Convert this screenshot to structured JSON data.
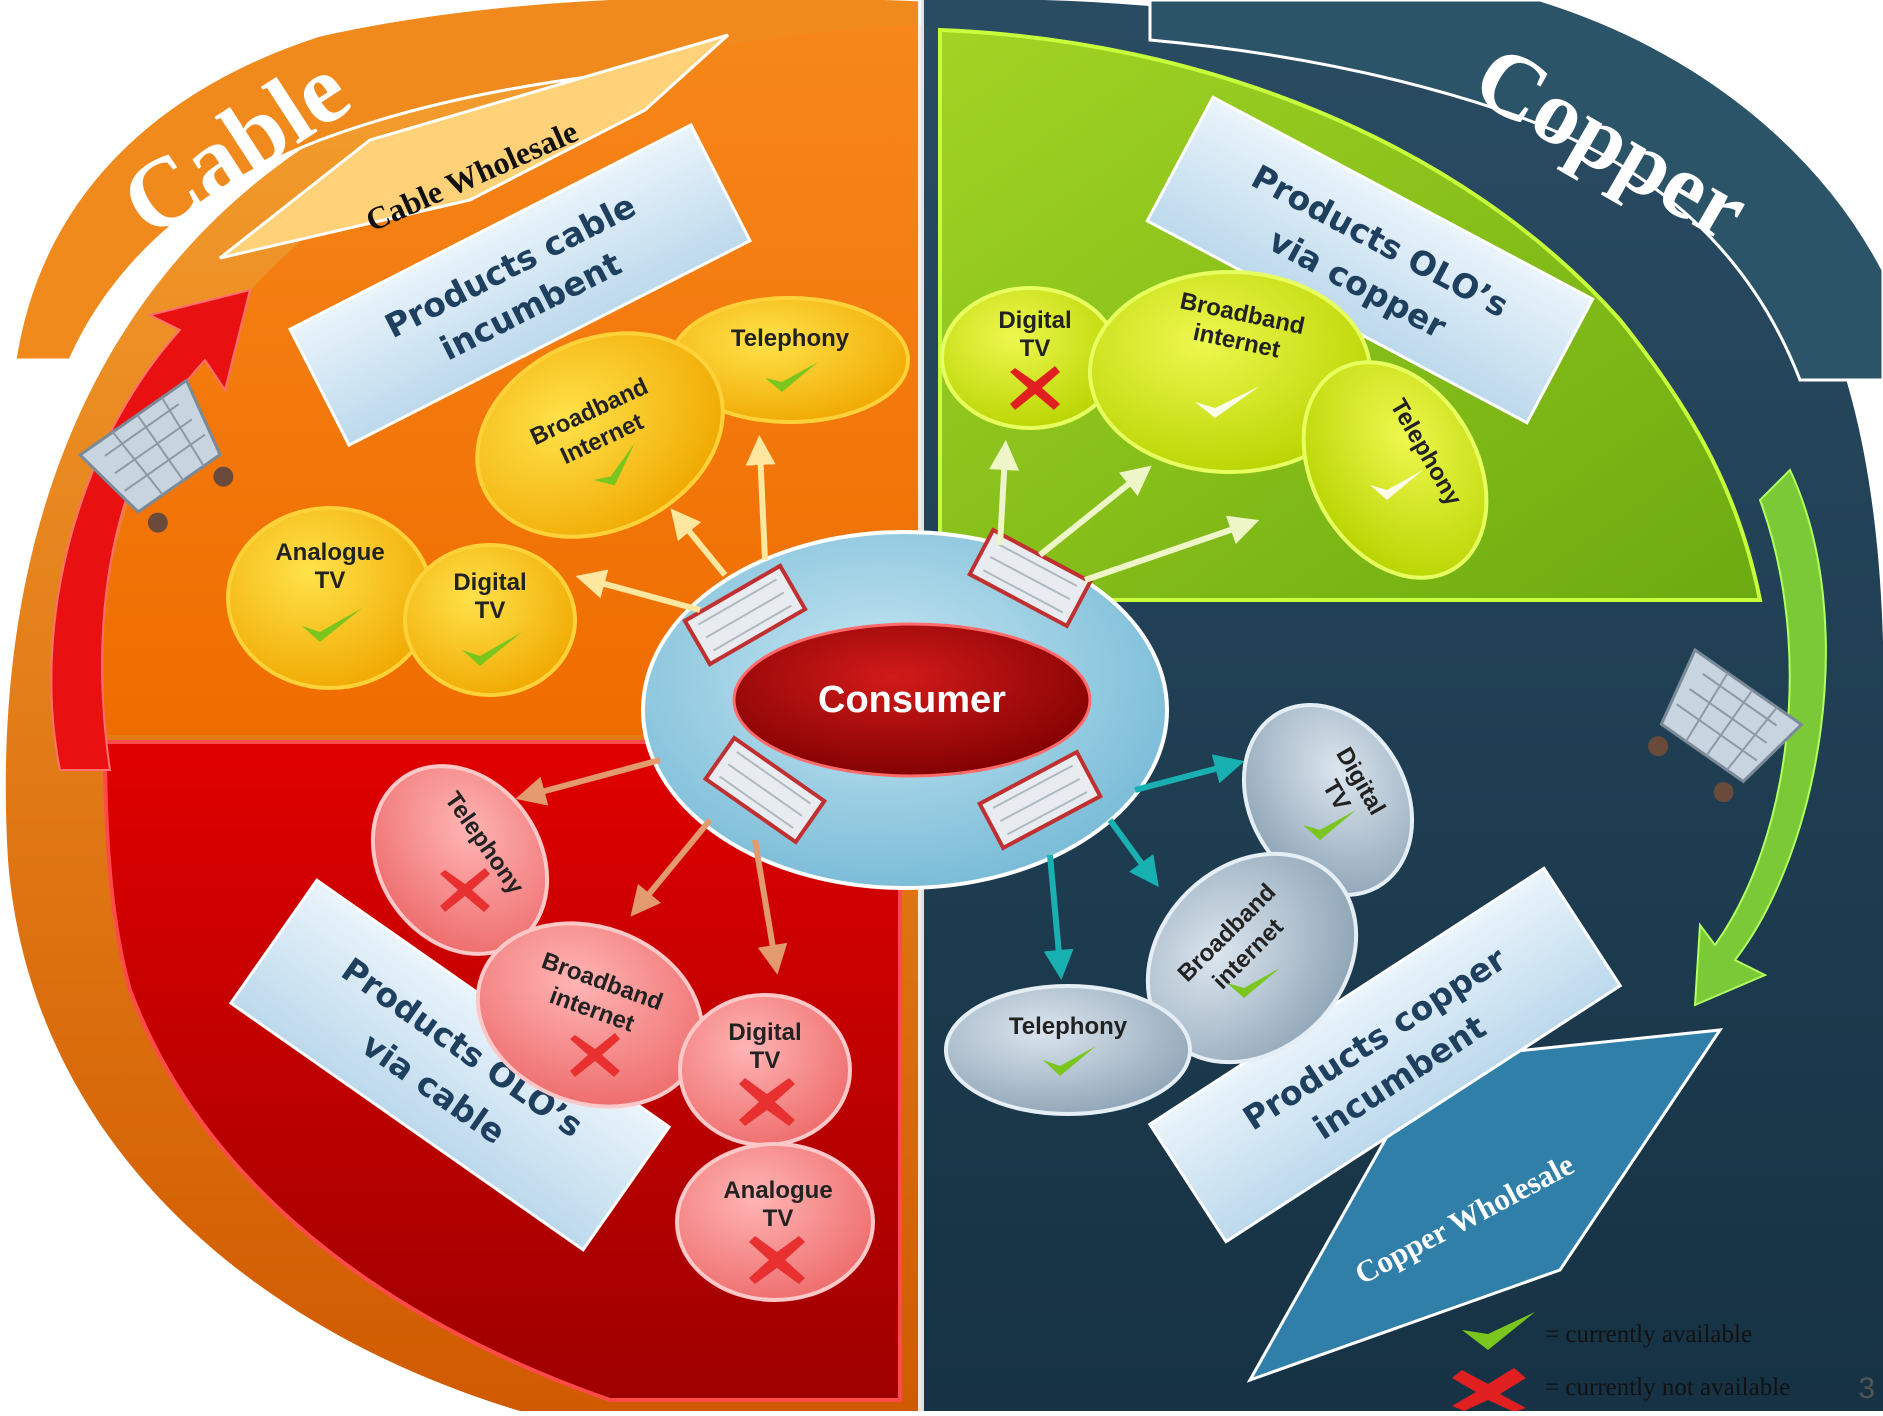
{
  "colors": {
    "cable_orange": "#f07a10",
    "cable_red": "#c90000",
    "copper_navy": "#1b3a4e",
    "copper_green": "#8cc81c",
    "consumer_oval": "#8fc9df",
    "consumer_core": "#a80000"
  },
  "titles": {
    "cable": "Cable",
    "copper": "Copper",
    "cable_wholesale": "Cable Wholesale",
    "copper_wholesale": "Copper Wholesale"
  },
  "consumer": {
    "label": "Consumer"
  },
  "quadrants": {
    "cable_incumbent": {
      "title_line1": "Products cable",
      "title_line2": "incumbent",
      "products": [
        {
          "line1": "Telephony",
          "line2": "",
          "status": "available"
        },
        {
          "line1": "Broadband",
          "line2": "Internet",
          "status": "available"
        },
        {
          "line1": "Analogue",
          "line2": "TV",
          "status": "available"
        },
        {
          "line1": "Digital",
          "line2": "TV",
          "status": "available"
        }
      ]
    },
    "copper_olo": {
      "title_line1": "Products OLO’s",
      "title_line2": "via copper",
      "products": [
        {
          "line1": "Digital",
          "line2": "TV",
          "status": "not-available"
        },
        {
          "line1": "Broadband",
          "line2": "internet",
          "status": "available"
        },
        {
          "line1": "Telephony",
          "line2": "",
          "status": "available"
        }
      ]
    },
    "cable_olo": {
      "title_line1": "Products OLO’s",
      "title_line2": "via cable",
      "products": [
        {
          "line1": "Telephony",
          "line2": "",
          "status": "not-available"
        },
        {
          "line1": "Broadband",
          "line2": "internet",
          "status": "not-available"
        },
        {
          "line1": "Digital",
          "line2": "TV",
          "status": "not-available"
        },
        {
          "line1": "Analogue",
          "line2": "TV",
          "status": "not-available"
        }
      ]
    },
    "copper_incumbent": {
      "title_line1": "Products copper",
      "title_line2": "incumbent",
      "products": [
        {
          "line1": "Digital",
          "line2": "TV",
          "status": "available"
        },
        {
          "line1": "Broadband",
          "line2": "internet",
          "status": "available"
        },
        {
          "line1": "Telephony",
          "line2": "",
          "status": "available"
        }
      ]
    }
  },
  "legend": {
    "available": "= currently available",
    "not_available": "= currently not available"
  },
  "page_number": "3"
}
